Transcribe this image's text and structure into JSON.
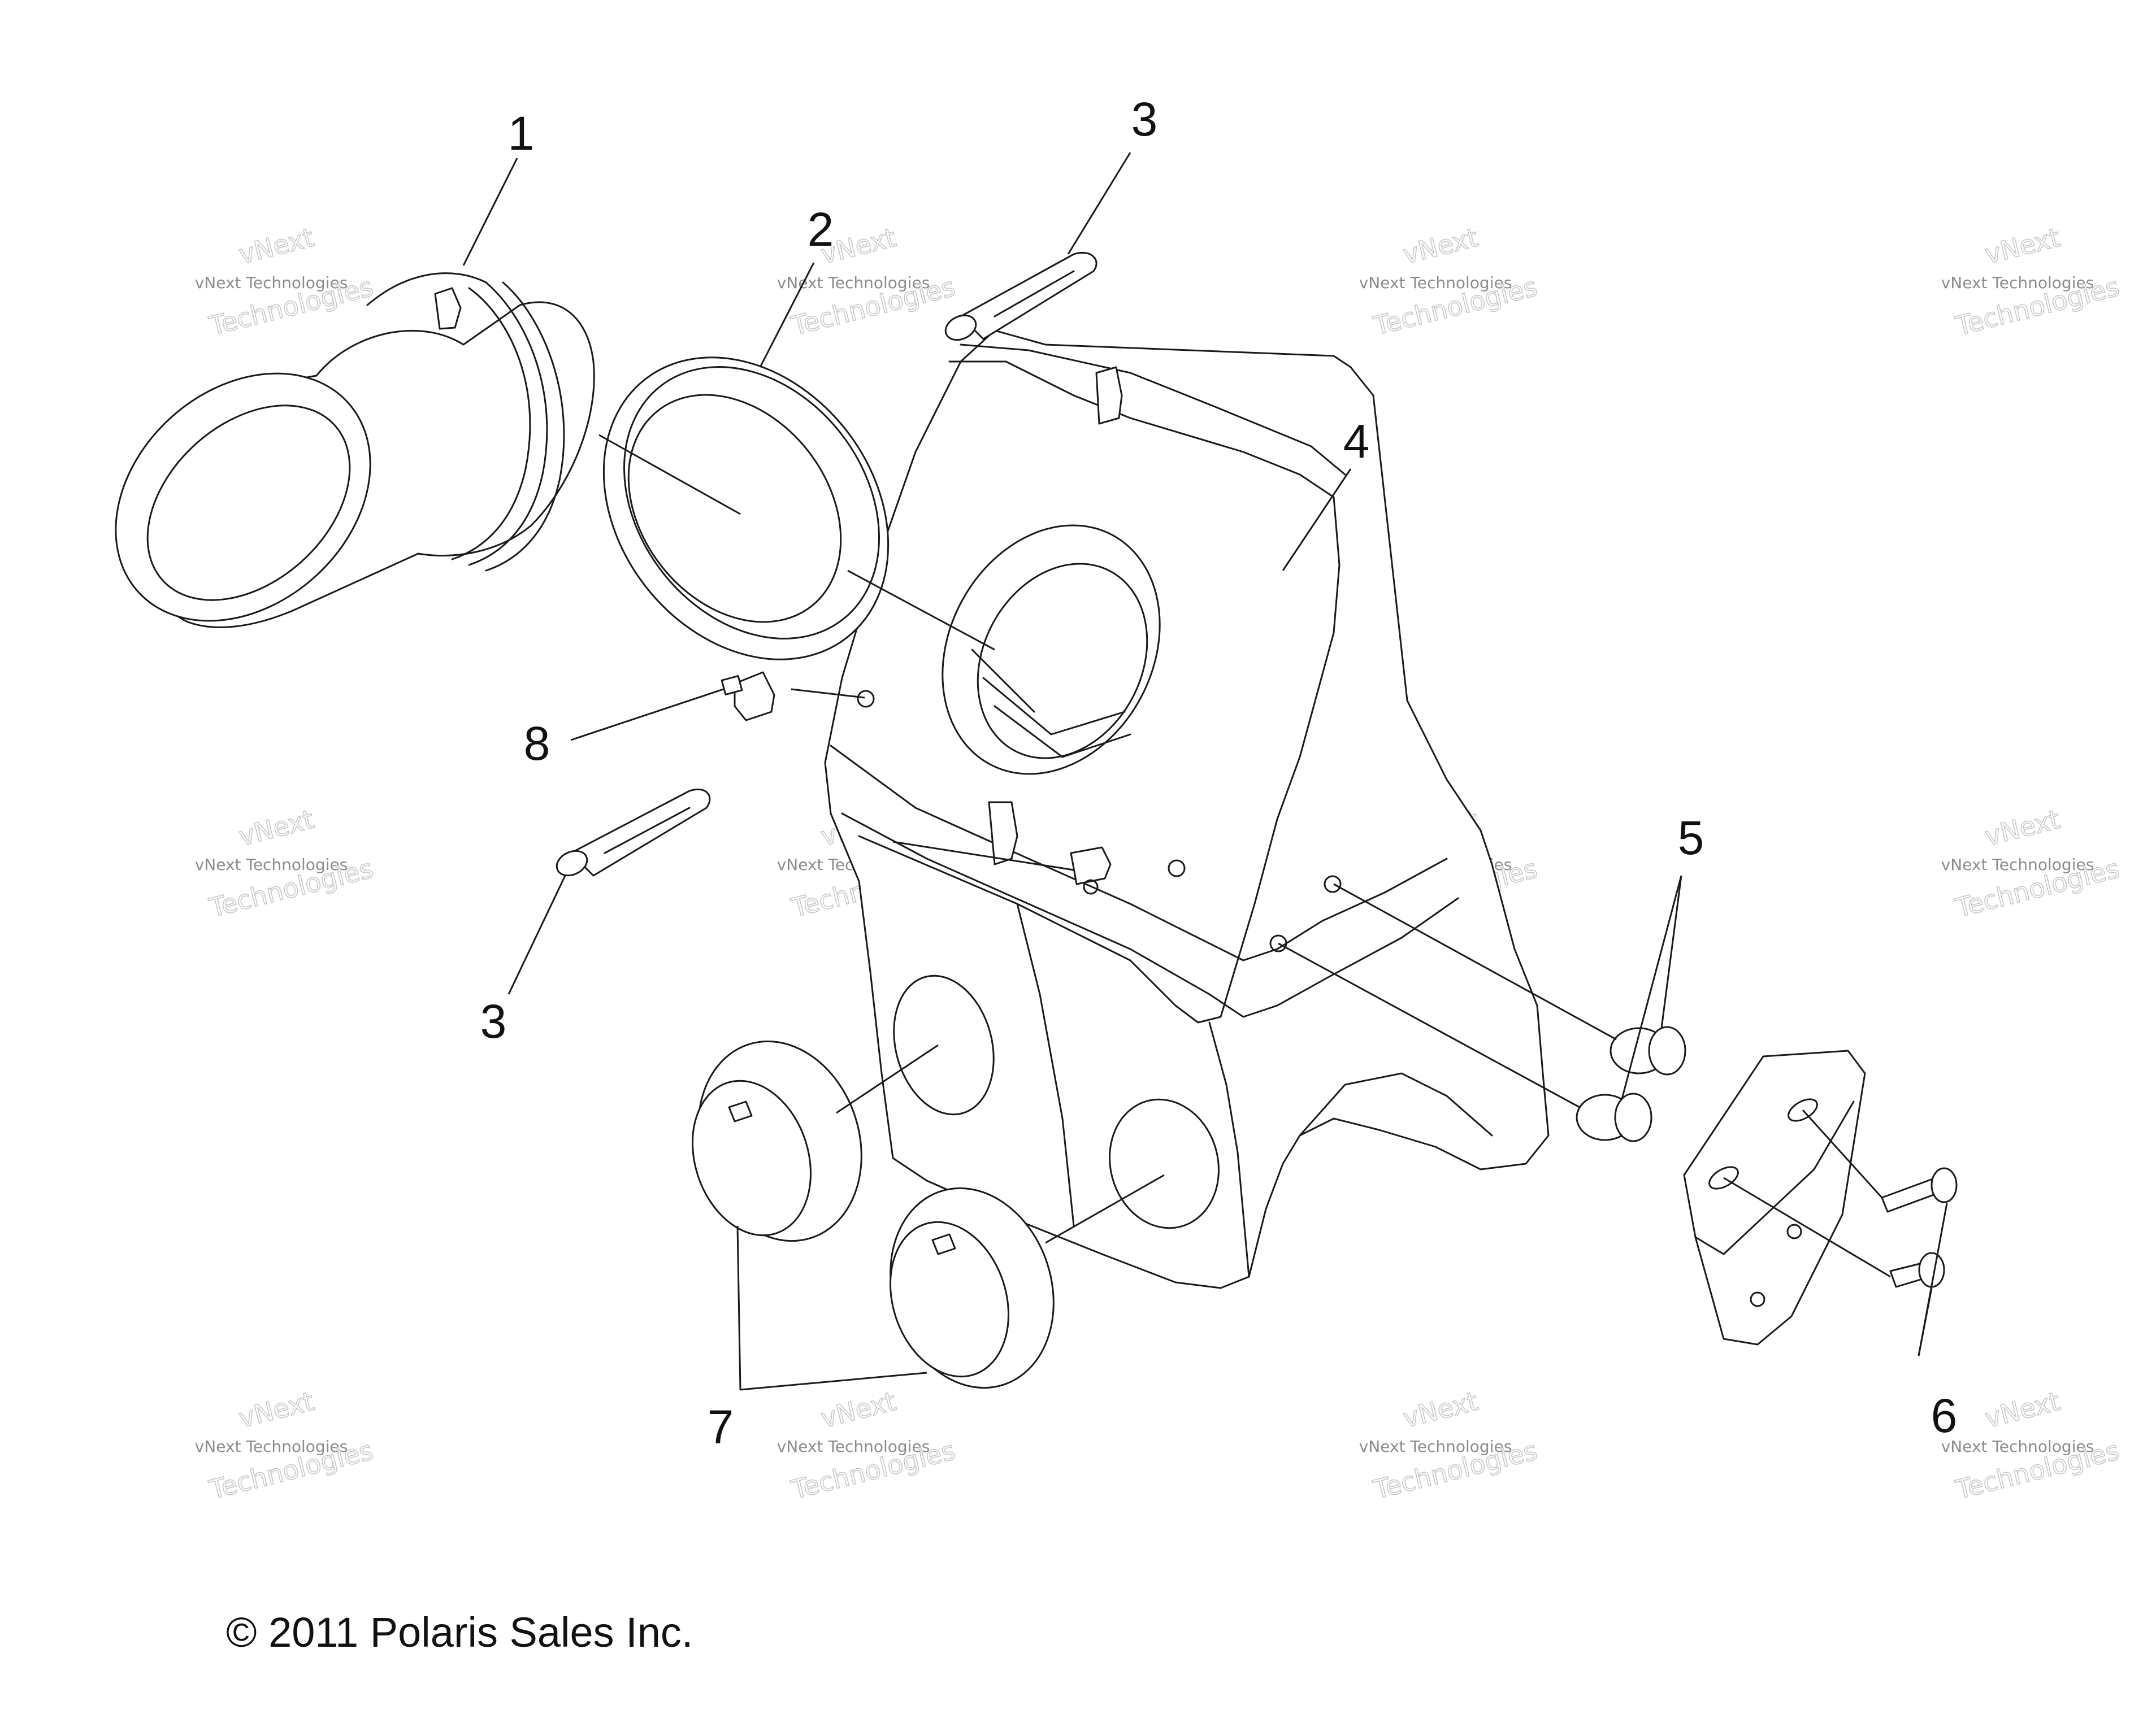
{
  "callouts": {
    "c1": "1",
    "c2": "2",
    "c3a": "3",
    "c3b": "3",
    "c4": "4",
    "c5": "5",
    "c6": "6",
    "c7": "7",
    "c8": "8"
  },
  "watermark": {
    "brand": "vNext",
    "line1": "vNext Technologies",
    "line2": "Technologies"
  },
  "copyright": "© 2011 Polaris Sales Inc."
}
